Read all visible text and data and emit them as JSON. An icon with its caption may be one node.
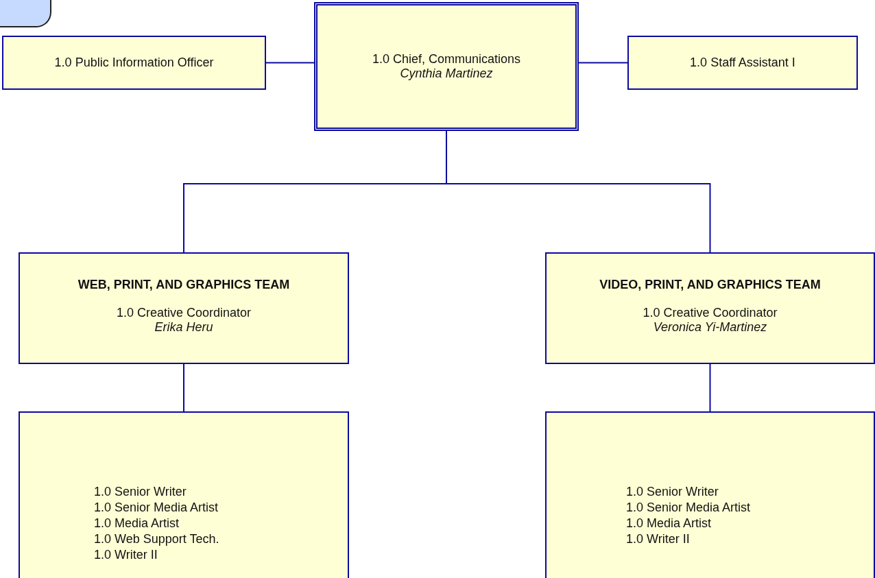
{
  "diagram": {
    "nodes": [
      {
        "text": [],
        "shape": "box"
      },
      {
        "text": [
          "1.0 Public Information Officer"
        ]
      },
      {
        "text": [
          "1.0 Chief, Communications",
          "Cynthia Martinez"
        ]
      },
      {
        "text": [
          "1.0 Staff Assistant I"
        ]
      },
      {
        "text": [
          "WEB, PRINT, AND GRAPHICS TEAM",
          "1.0 Creative Coordinator",
          "Erika Heru"
        ]
      },
      {
        "text": [
          "VIDEO, PRINT, AND GRAPHICS TEAM",
          "1.0 Creative Coordinator",
          "Veronica Yi-Martinez"
        ]
      },
      {
        "text": [
          "1.0 Senior Writer",
          "1.0 Senior Media Artist",
          "1.0 Media Artist",
          "1.0 Web Support Tech.",
          "1.0 Writer II"
        ]
      },
      {
        "text": [
          "1.0 Senior Writer",
          "1.0 Senior Media Artist",
          "1.0 Media Artist",
          "1.0 Writer II"
        ]
      }
    ],
    "edges": [
      {
        "from": 1,
        "to": 2,
        "arrow": "none"
      },
      {
        "from": 2,
        "to": 3,
        "arrow": "none"
      },
      {
        "from": 2,
        "to": 4,
        "arrow": "none"
      },
      {
        "from": 2,
        "to": 5,
        "arrow": "none"
      },
      {
        "from": 4,
        "to": 6,
        "arrow": "none"
      },
      {
        "from": 5,
        "to": 7,
        "arrow": "none"
      }
    ]
  }
}
